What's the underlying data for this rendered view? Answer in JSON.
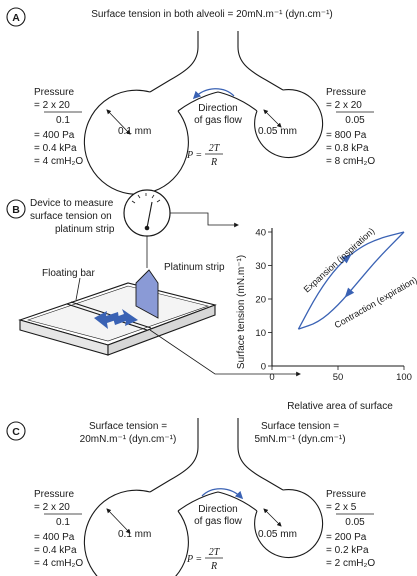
{
  "panel_a": {
    "label": "A",
    "title": "Surface tension in both alveoli = 20mN.m⁻¹ (dyn.cm⁻¹)",
    "left": {
      "heading": "Pressure",
      "numerator": "= 2 x 20",
      "denominator": "0.1",
      "lines": [
        "= 400 Pa",
        "= 0.4 kPa",
        "= 4 cmH₂O"
      ],
      "radius": "0.1 mm"
    },
    "right": {
      "heading": "Pressure",
      "numerator": "= 2 x 20",
      "denominator": "0.05",
      "lines": [
        "= 800 Pa",
        "= 0.8 kPa",
        "= 8 cmH₂O"
      ],
      "radius": "0.05 mm"
    },
    "flow_label": [
      "Direction",
      "of gas flow"
    ],
    "formula": {
      "lhs": "P =",
      "num": "2T",
      "den": "R"
    }
  },
  "panel_b": {
    "label": "B",
    "device_label": [
      "Device to measure",
      "surface tension on",
      "platinum strip"
    ],
    "strip_label": "Platinum strip",
    "bar_label": "Floating bar",
    "chart_data": {
      "type": "line",
      "xlabel": "Relative area of surface",
      "ylabel": "Surface tension (mN.m⁻¹)",
      "xlim": [
        0,
        100
      ],
      "ylim": [
        0,
        40
      ],
      "xticks": [
        "0",
        "50",
        "100"
      ],
      "yticks": [
        "0",
        "10",
        "20",
        "30",
        "40"
      ],
      "series": [
        {
          "name": "Expansion (inspiration)",
          "x": [
            20,
            35,
            50,
            65,
            80,
            100
          ],
          "y": [
            11,
            22,
            30,
            35,
            38,
            40
          ]
        },
        {
          "name": "Contraction (expiration)",
          "x": [
            100,
            80,
            65,
            50,
            35,
            20
          ],
          "y": [
            40,
            32,
            25,
            18,
            13,
            11
          ]
        }
      ]
    }
  },
  "panel_c": {
    "label": "C",
    "left_tension": [
      "Surface tension =",
      "20mN.m⁻¹ (dyn.cm⁻¹)"
    ],
    "right_tension": [
      "Surface tension =",
      "5mN.m⁻¹ (dyn.cm⁻¹)"
    ],
    "left": {
      "heading": "Pressure",
      "numerator": "= 2 x 20",
      "denominator": "0.1",
      "lines": [
        "= 400 Pa",
        "= 0.4 kPa",
        "= 4 cmH₂O"
      ],
      "radius": "0.1 mm"
    },
    "right": {
      "heading": "Pressure",
      "numerator": "= 2 x 5",
      "denominator": "0.05",
      "lines": [
        "= 200 Pa",
        "= 0.2 kPa",
        "= 2 cmH₂O"
      ],
      "radius": "0.05 mm"
    },
    "flow_label": [
      "Direction",
      "of gas flow"
    ],
    "formula": {
      "lhs": "P =",
      "num": "2T",
      "den": "R"
    }
  },
  "colors": {
    "accent": "#3a62b4",
    "strip": "#8a9ad6",
    "ink": "#1a1a1a"
  }
}
